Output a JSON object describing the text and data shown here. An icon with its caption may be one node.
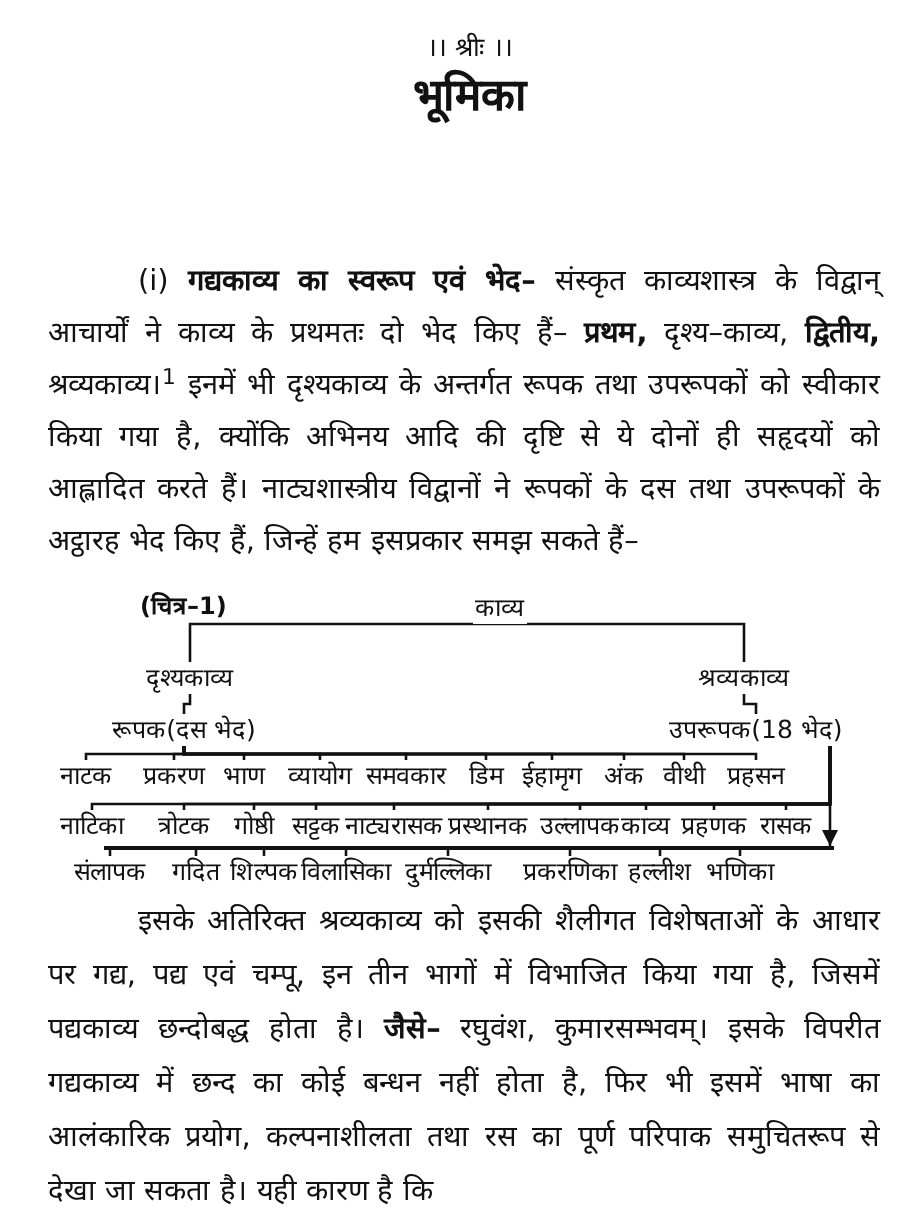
{
  "diagram": {
    "title": "भूमिका",
    "nodes": [
      {
        "text": [
          "काव्य"
        ]
      },
      {
        "text": [
          "दृश्यकाव्य"
        ]
      },
      {
        "text": [
          "श्रव्यकाव्य"
        ]
      },
      {
        "text": [
          "रूपक(दस भेद)"
        ]
      },
      {
        "text": [
          "उपरूपक(18 भेद)"
        ]
      },
      {
        "text": [
          "नाटक"
        ]
      },
      {
        "text": [
          "प्रकरण"
        ]
      },
      {
        "text": [
          "भाण"
        ]
      },
      {
        "text": [
          "व्यायोग"
        ]
      },
      {
        "text": [
          "समवकार"
        ]
      },
      {
        "text": [
          "डिम"
        ]
      },
      {
        "text": [
          "ईहामृग"
        ]
      },
      {
        "text": [
          "अंक"
        ]
      },
      {
        "text": [
          "वीथी"
        ]
      },
      {
        "text": [
          "प्रहसन"
        ]
      },
      {
        "text": [
          "नाटिका"
        ]
      },
      {
        "text": [
          "त्रोटक"
        ]
      },
      {
        "text": [
          "गोष्ठी"
        ]
      },
      {
        "text": [
          "सट्टक"
        ]
      },
      {
        "text": [
          "नाट्यरासक"
        ]
      },
      {
        "text": [
          "प्रस्थानक"
        ]
      },
      {
        "text": [
          "उल्लापक"
        ]
      },
      {
        "text": [
          "काव्य"
        ]
      },
      {
        "text": [
          "प्रहणक"
        ]
      },
      {
        "text": [
          "रासक"
        ]
      },
      {
        "text": [],
        "shape": "bar"
      },
      {
        "text": [
          "संलापक"
        ]
      },
      {
        "text": [
          "गदित"
        ]
      },
      {
        "text": [
          "शिल्पक"
        ]
      },
      {
        "text": [
          "विलासिका"
        ]
      },
      {
        "text": [
          "दुर्मल्लिका"
        ]
      },
      {
        "text": [
          "प्रकरणिका"
        ]
      },
      {
        "text": [
          "हल्लीश"
        ]
      },
      {
        "text": [
          "भणिका"
        ]
      }
    ],
    "edges": [
      {
        "from": 0,
        "to": 1,
        "arrow": "none"
      },
      {
        "from": 0,
        "to": 2,
        "arrow": "none"
      },
      {
        "from": 1,
        "to": 3,
        "arrow": "none"
      },
      {
        "from": 2,
        "to": 4,
        "arrow": "none"
      },
      {
        "from": 3,
        "to": 5,
        "arrow": "none"
      },
      {
        "from": 3,
        "to": 6,
        "arrow": "none"
      },
      {
        "from": 3,
        "to": 7,
        "arrow": "none"
      },
      {
        "from": 3,
        "to": 8,
        "arrow": "none"
      },
      {
        "from": 3,
        "to": 9,
        "arrow": "none"
      },
      {
        "from": 3,
        "to": 10,
        "arrow": "none"
      },
      {
        "from": 3,
        "to": 11,
        "arrow": "none"
      },
      {
        "from": 3,
        "to": 12,
        "arrow": "none"
      },
      {
        "from": 3,
        "to": 13,
        "arrow": "none"
      },
      {
        "from": 3,
        "to": 14,
        "arrow": "none"
      },
      {
        "from": 4,
        "to": 15,
        "arrow": "none"
      },
      {
        "from": 4,
        "to": 16,
        "arrow": "none"
      },
      {
        "from": 4,
        "to": 17,
        "arrow": "none"
      },
      {
        "from": 4,
        "to": 18,
        "arrow": "none"
      },
      {
        "from": 4,
        "to": 19,
        "arrow": "none"
      },
      {
        "from": 4,
        "to": 20,
        "arrow": "none"
      },
      {
        "from": 4,
        "to": 21,
        "arrow": "none"
      },
      {
        "from": 4,
        "to": 22,
        "arrow": "none"
      },
      {
        "from": 4,
        "to": 23,
        "arrow": "none"
      },
      {
        "from": 4,
        "to": 24,
        "arrow": "none"
      },
      {
        "from": 4,
        "to": 25,
        "arrow": "to"
      },
      {
        "from": 25,
        "to": 26,
        "arrow": "none"
      },
      {
        "from": 25,
        "to": 27,
        "arrow": "none"
      },
      {
        "from": 25,
        "to": 28,
        "arrow": "none"
      },
      {
        "from": 25,
        "to": 29,
        "arrow": "none"
      },
      {
        "from": 25,
        "to": 30,
        "arrow": "none"
      },
      {
        "from": 25,
        "to": 31,
        "arrow": "none"
      },
      {
        "from": 25,
        "to": 32,
        "arrow": "none"
      },
      {
        "from": 25,
        "to": 33,
        "arrow": "none"
      }
    ],
    "labels": [
      "।। श्रीः ।।",
      "(i) **गद्यकाव्य का स्वरूप एवं भेद–** संस्कृत काव्यशास्त्र के विद्वान् आचार्यों ने काव्य के प्रथमतः दो भेद किए हैं– **प्रथम,** दृश्य–काव्य, **द्वितीय,** श्रव्यकाव्य।$^{1}$ इनमें भी दृश्यकाव्य के अन्तर्गत रूपक तथा उपरूपकों को स्वीकार किया गया है, क्योंकि अभिनय आदि की दृष्टि से ये दोनों ही सहृदयों को आह्लादित करते हैं। नाट्यशास्त्रीय विद्वानों ने रूपकों के दस तथा उपरूपकों के अट्ठारह भेद किए हैं, जिन्हें हम इसप्रकार समझ सकते हैं–",
      "(चित्र–1)",
      "इसके अतिरिक्त श्रव्यकाव्य को इसकी शैलीगत विशेषताओं के आधार पर गद्य, पद्य एवं चम्पू, इन तीन भागों में विभाजित किया गया है, जिसमें पद्यकाव्य छन्दोबद्ध होता है। **जैसे–** रघुवंश, कुमारसम्भवम्। इसके विपरीत गद्यकाव्य में छन्द का कोई बन्धन नहीं होता है, फिर भी इसमें भाषा का आलंकारिक प्रयोग, कल्पनाशीलता तथा रस का पूर्ण परिपाक समुचितरूप से देखा जा सकता है। यही कारण है कि"
    ]
  }
}
